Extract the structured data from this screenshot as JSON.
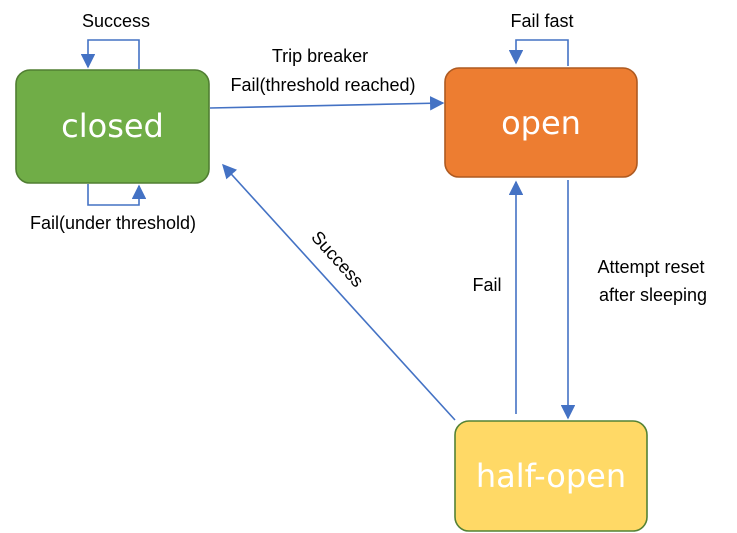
{
  "colors": {
    "closed_fill": "#70ad47",
    "closed_stroke": "#507e32",
    "open_fill": "#ed7d31",
    "open_stroke": "#ae5a21",
    "halfopen_fill": "#ffd966",
    "halfopen_stroke": "#548235",
    "arrow": "#4472c4"
  },
  "states": {
    "closed": "closed",
    "open": "open",
    "half_open": "half-open"
  },
  "transitions": {
    "closed_self_success": "Success",
    "closed_self_fail": "Fail(under threshold)",
    "closed_to_open_line1": "Trip breaker",
    "closed_to_open_line2": "Fail(threshold reached)",
    "open_self": "Fail fast",
    "open_to_halfopen_line1": "Attempt reset",
    "open_to_halfopen_line2": "after sleeping",
    "halfopen_to_open": "Fail",
    "halfopen_to_closed": "Success"
  }
}
